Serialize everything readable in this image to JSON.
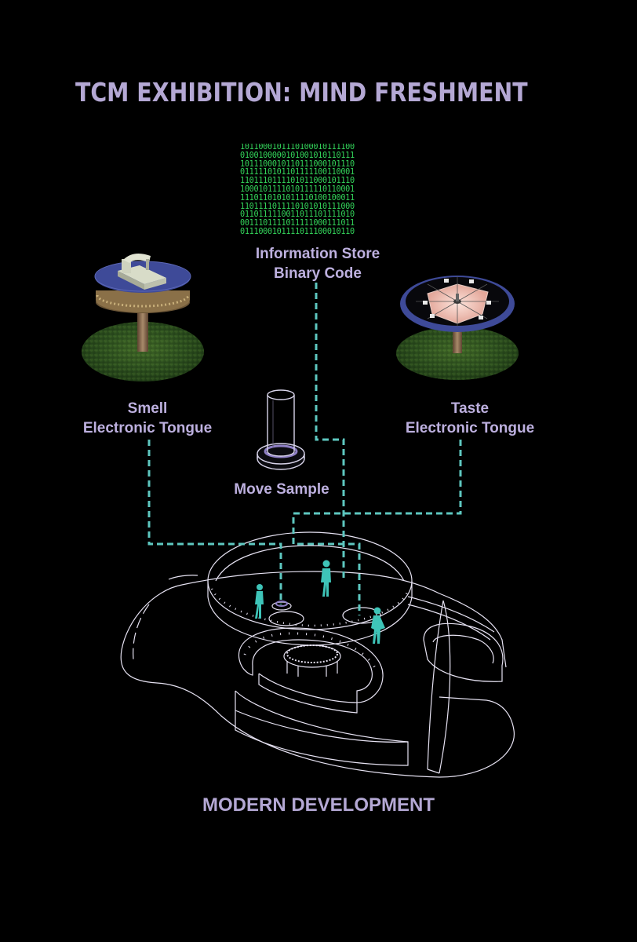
{
  "title": "TCM EXHIBITION: MIND FRESHMENT",
  "nodes": {
    "info": {
      "line1": "Information Store",
      "line2": "Binary Code"
    },
    "smell": {
      "line1": "Smell",
      "line2": "Electronic Tongue"
    },
    "taste": {
      "line1": "Taste",
      "line2": "Electronic Tongue"
    },
    "move": {
      "line1": "Move Sample"
    }
  },
  "bottom_label": "MODERN DEVELOPMENT",
  "binary_rows": [
    "1011000101110100010111100",
    "0100100000101001010110111",
    "1011100010110111000101110",
    "0111110101101111100110001",
    "1101110111101011000101110",
    "1000101111010111110110001",
    "1110110101011110100100011",
    "1101111011110101010111000",
    "0110111110011011101111010",
    "0011101111011111000111011",
    "0111000101111011100010110"
  ],
  "colors": {
    "connector": "#5ec7c0",
    "text": "#bdb0df",
    "figures": "#3ec4b8",
    "binary": "#33d45a",
    "platform": "#3e4a98"
  }
}
